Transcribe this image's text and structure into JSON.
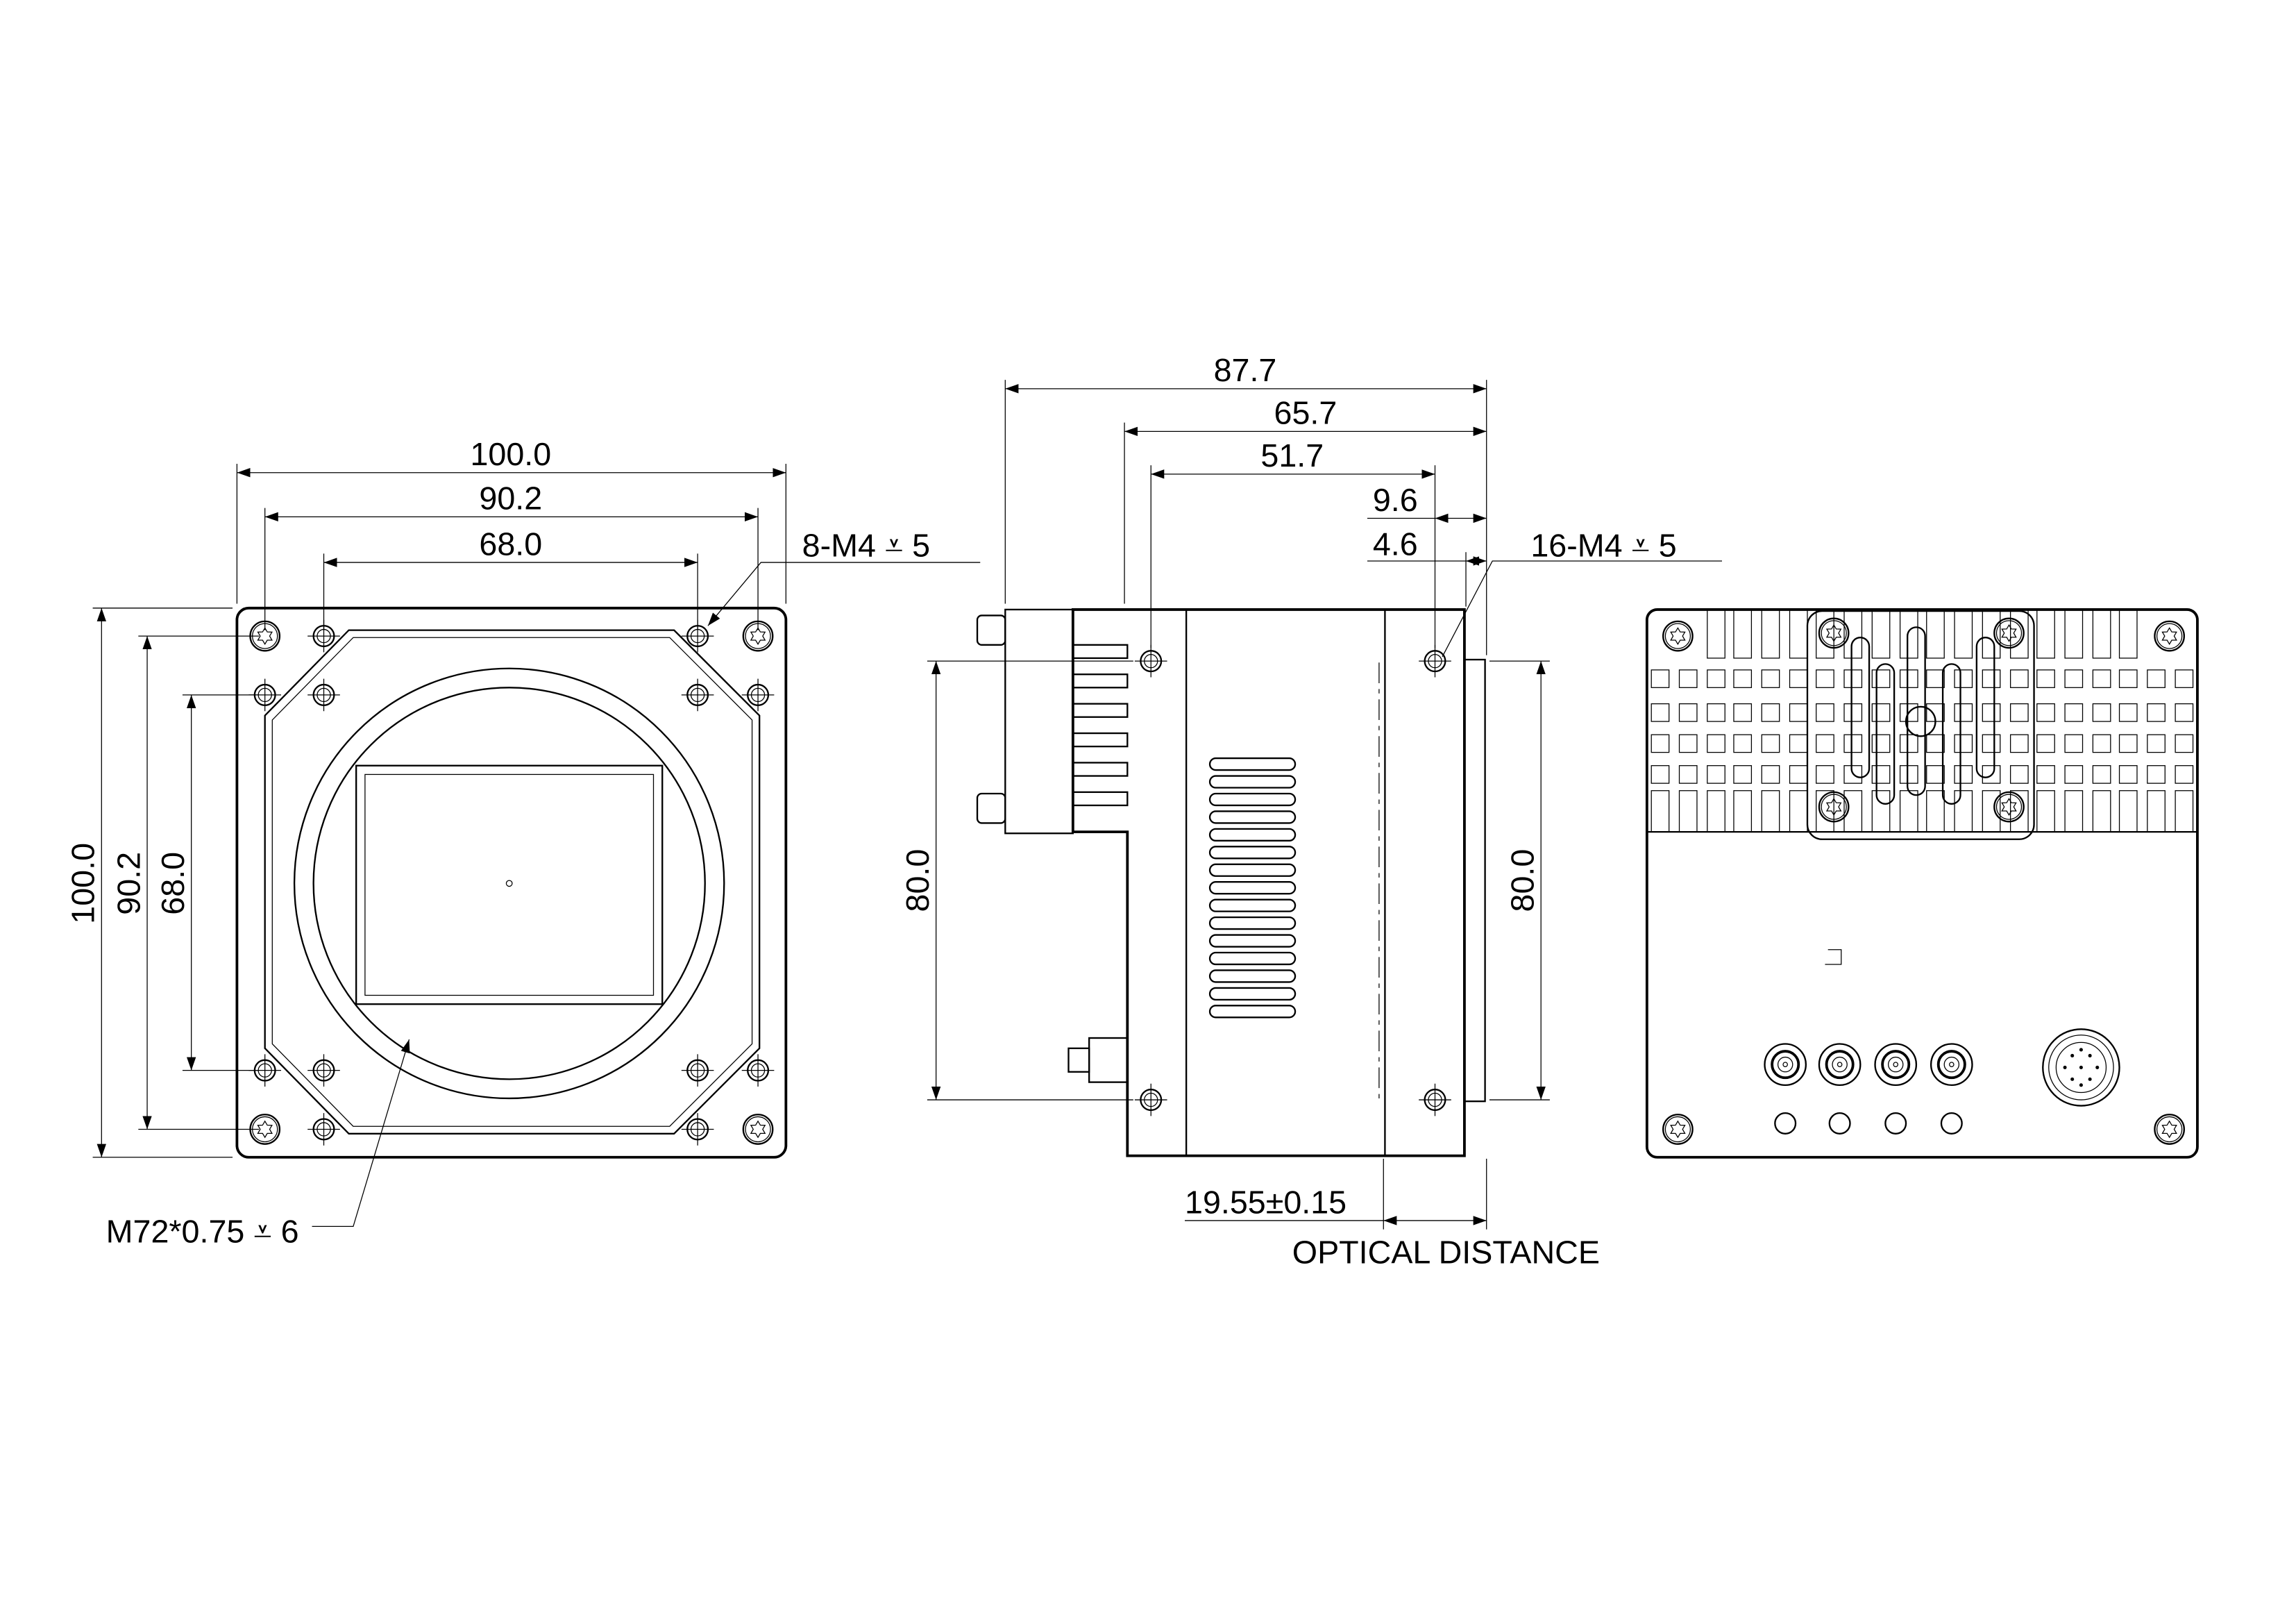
{
  "front_view": {
    "dims": {
      "width_outer": "100.0",
      "width_holes": "90.2",
      "width_inner": "68.0",
      "height_outer": "100.0",
      "height_holes": "90.2",
      "height_inner": "68.0"
    },
    "hole_callout": "8-M4",
    "hole_depth": "5",
    "mount_callout": "M72*0.75",
    "mount_depth": "6"
  },
  "side_view": {
    "dims": {
      "overall": "87.7",
      "body": "65.7",
      "holes": "51.7",
      "d1": "9.6",
      "d2": "4.6",
      "height_left": "80.0",
      "height_right": "80.0"
    },
    "hole_callout": "16-M4",
    "hole_depth": "5",
    "flange": "19.55±0.15",
    "optical_label": "OPTICAL DISTANCE"
  },
  "colors": {
    "line": "#000000",
    "background": "#ffffff"
  }
}
